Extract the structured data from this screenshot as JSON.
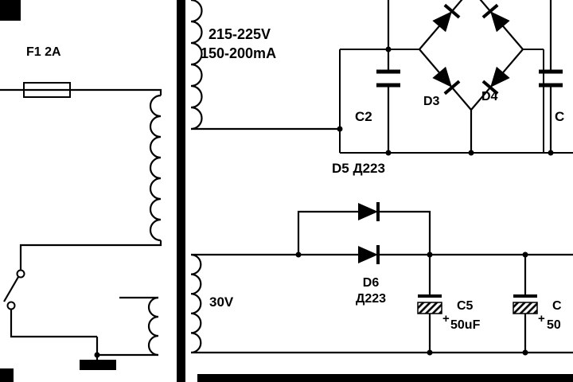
{
  "labels": {
    "fuse": "F1 2A",
    "hv_voltage": "215-225V",
    "hv_current": "150-200mA",
    "c2": "C2",
    "d3": "D3",
    "d4": "D4",
    "c_top_right": "C",
    "d5": "D5 Д223",
    "d6_name": "D6",
    "d6_type": "Д223",
    "lv_voltage": "30V",
    "c5_name": "C5",
    "c5_value": "50uF",
    "c5_plus": "+",
    "c6_name": "C",
    "c6_value": "50",
    "c6_plus": "+"
  },
  "colors": {
    "ink": "#000000",
    "paper": "#ffffff"
  }
}
